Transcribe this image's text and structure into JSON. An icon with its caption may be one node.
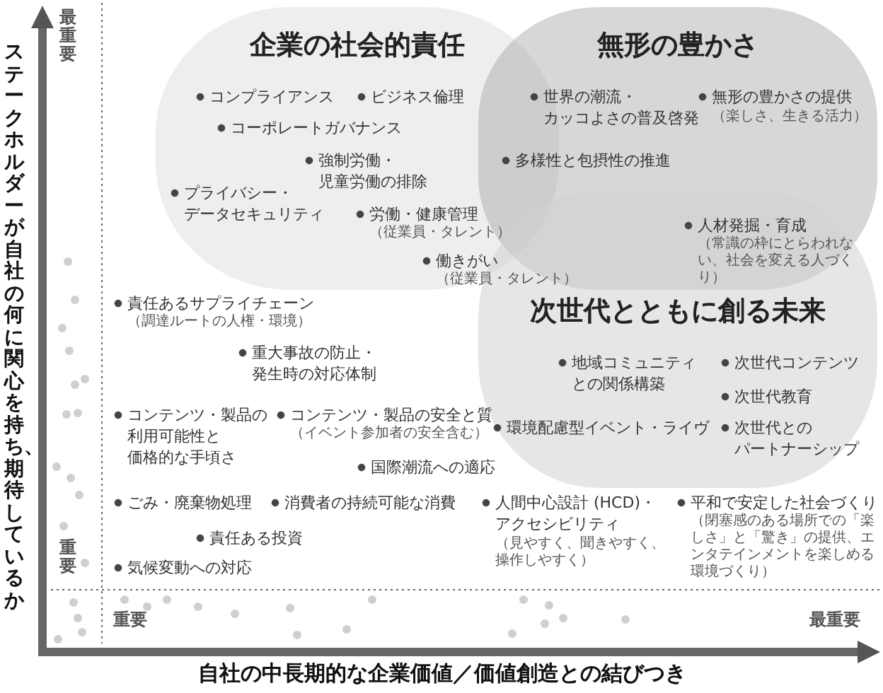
{
  "diagram": {
    "nodes": [
      {
        "text": [
          "企業の社会的責任"
        ]
      },
      {
        "text": [
          "無形の豊かさ"
        ]
      },
      {
        "text": [
          "次世代とともに創る未来"
        ]
      }
    ],
    "labels": [
      "ステークホルダーが自社の何に関心を持ち、期待しているか",
      "最重要",
      "コンプライアンス",
      "ビジネス倫理",
      "世界の潮流・カッコよさの普及啓発",
      "無形の豊かさの提供",
      "（楽しさ、生きる活力）",
      "コーポレートガバナンス",
      "強制労働・児童労働の排除",
      "多様性と包摂性の推進",
      "プライバシー・データセキュリティ",
      "労働・健康管理",
      "（従業員・タレント）",
      "人材発掘・育成",
      "（常識の枠にとらわれない、社会を変える人づくり）",
      "働きがい",
      "（従業員・タレント）",
      "責任あるサプライチェーン",
      "（調達ルートの人権・環境）",
      "重大事故の防止・発生時の対応体制",
      "地域コミュニティとの関係構築",
      "次世代コンテンツ",
      "次世代教育",
      "コンテンツ・製品の利用可能性と価格的な手頃さ",
      "コンテンツ・製品の安全と質",
      "（イベント参加者の安全含む）",
      "環境配慮型イベント・ライヴ",
      "次世代とのパートナーシップ",
      "国際潮流への適応",
      "ごみ・廃棄物処理",
      "消費者の持続可能な消費",
      "人間中心設計 (HCD)・アクセシビリティ",
      "（見やすく、聞きやすく、操作しやすく）",
      "平和で安定した社会づくり",
      "（閉塞感のある場所での「楽しさ」と「驚き」の提供、エンタテインメントを楽しめる環境づくり）",
      "責任ある投資",
      "気候変動への対応",
      "重要",
      "重要",
      "最重要",
      "自社の中長期的な企業価値／価値創造との結びつき"
    ]
  }
}
